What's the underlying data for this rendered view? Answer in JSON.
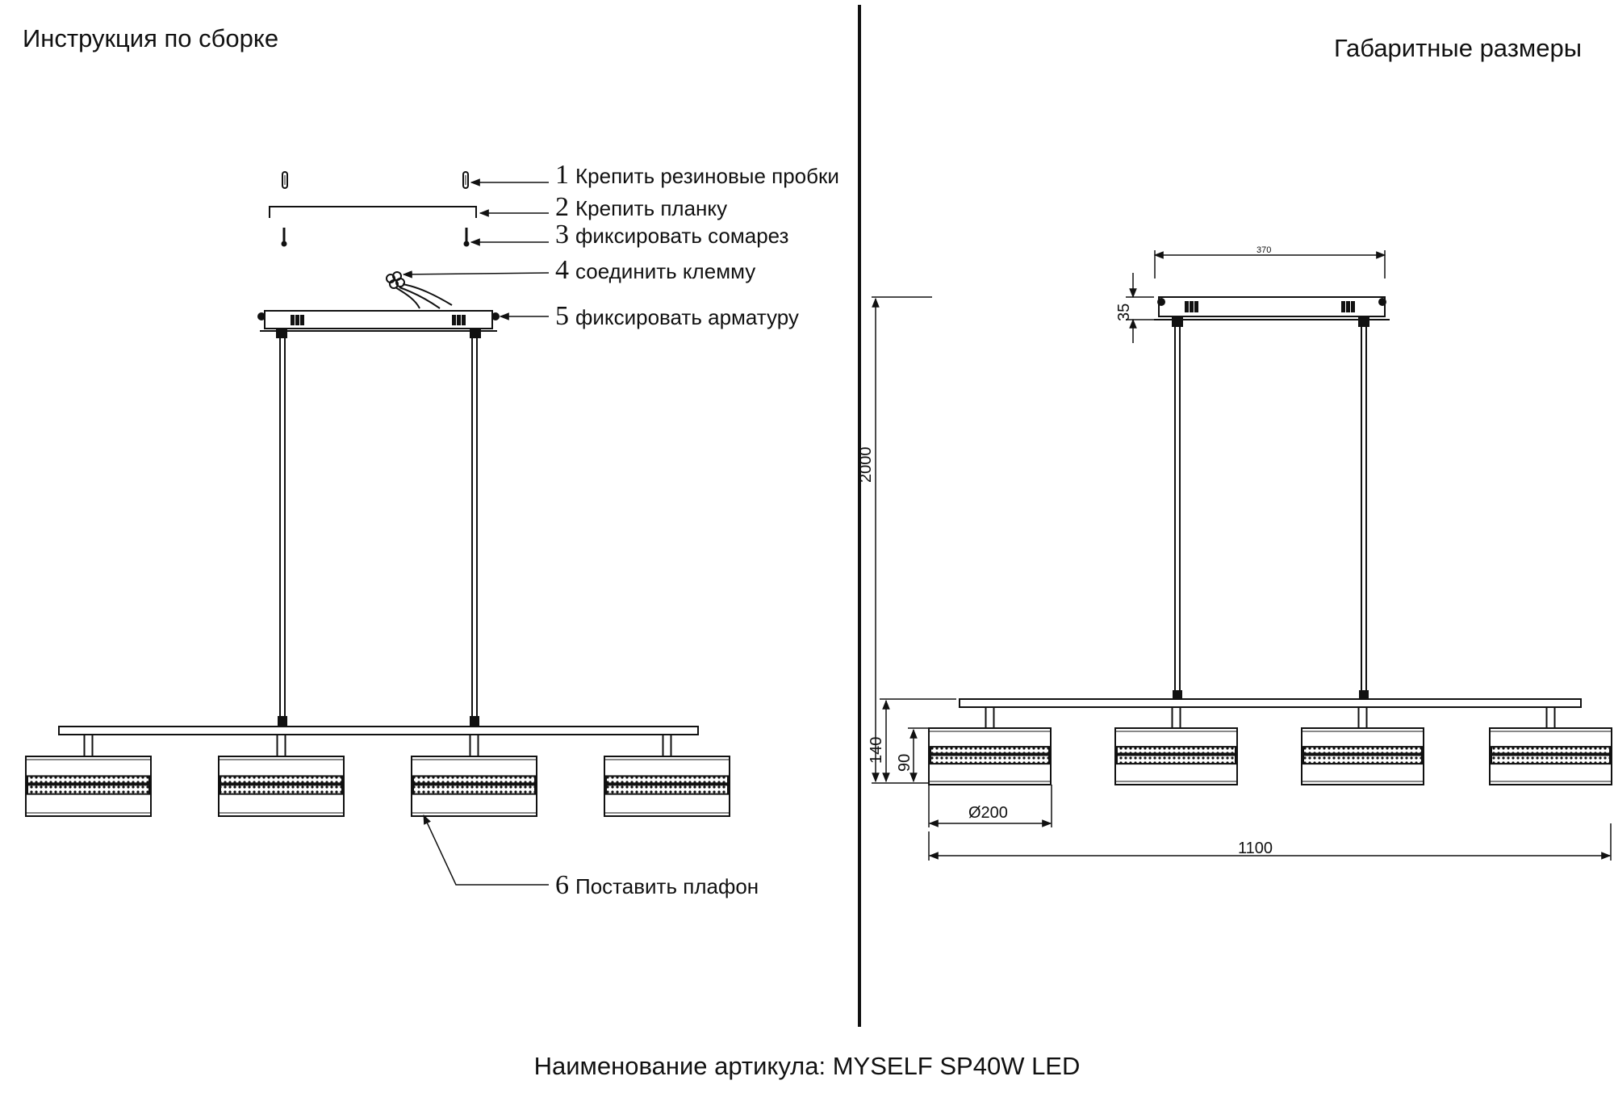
{
  "assembly": {
    "heading": "Инструкция по сборке",
    "steps": [
      {
        "num": "1",
        "label": "Крепить резиновые пробки"
      },
      {
        "num": "2",
        "label": "Крепить планку"
      },
      {
        "num": "3",
        "label": "фиксировать сомарез"
      },
      {
        "num": "4",
        "label": "соединить клемму"
      },
      {
        "num": "5",
        "label": "фиксировать арматуру"
      },
      {
        "num": "6",
        "label": "Поставить плафон"
      }
    ]
  },
  "dimensions": {
    "heading": "Габаритные размеры",
    "plate_width": "370",
    "plate_height": "35",
    "total_height": "2000",
    "body_height": "140",
    "shade_height": "90",
    "shade_diameter": "Ø200",
    "total_width": "1100"
  },
  "footer": {
    "article": "Наименование артикула: MYSELF SP40W LED"
  }
}
